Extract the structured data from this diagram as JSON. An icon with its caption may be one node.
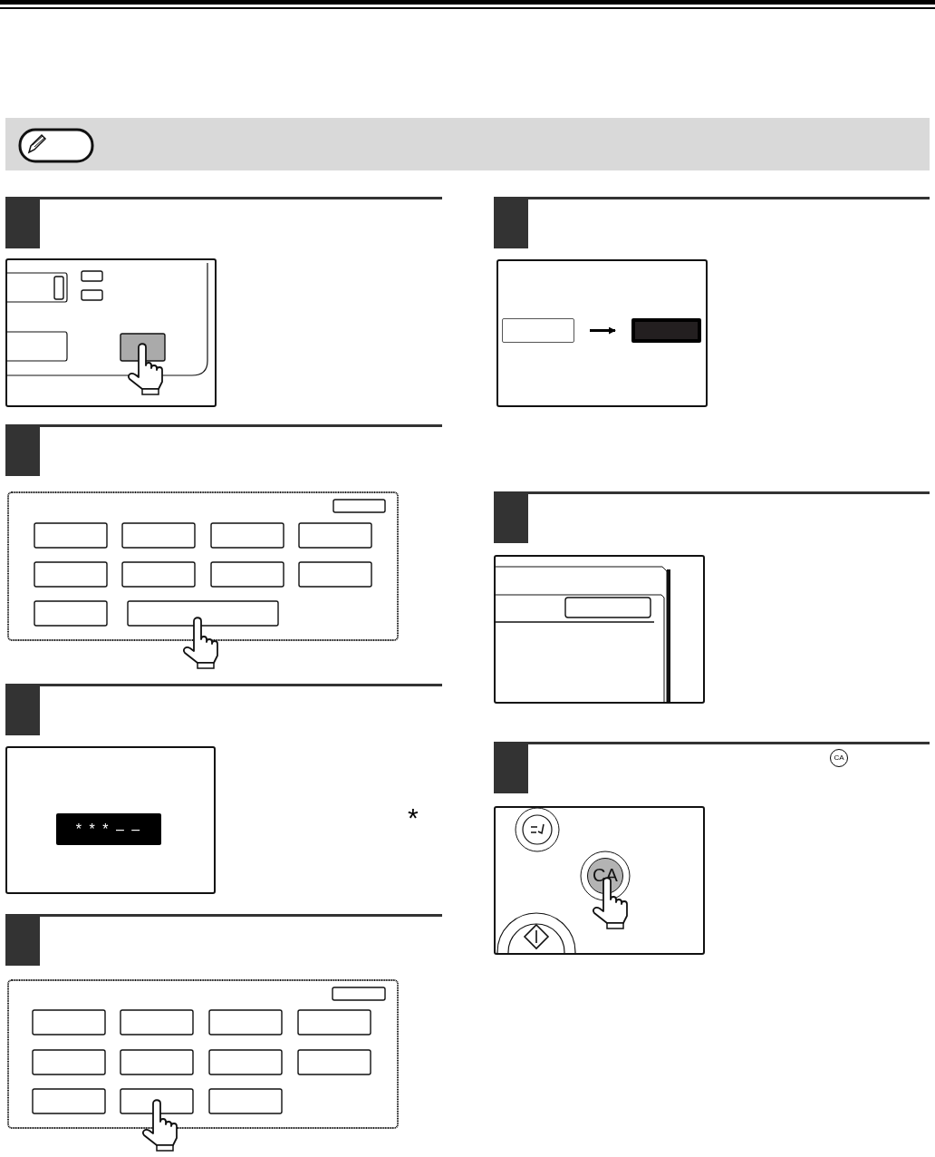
{
  "diagram": {
    "nodes": [
      {
        "text": [],
        "shape": "box"
      },
      {
        "text": [],
        "shape": "box"
      }
    ],
    "edges": [
      {
        "from": 0,
        "to": 1,
        "arrow": "to"
      }
    ],
    "labels": [
      "* * * – –",
      "*",
      "CA",
      "CA"
    ]
  }
}
